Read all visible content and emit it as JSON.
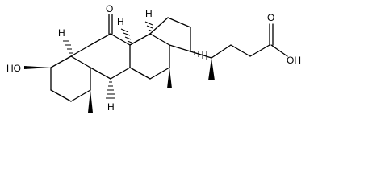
{
  "molecule": {
    "atom_labels": {
      "hydroxyl": "HO",
      "ketone_oxygen": "O",
      "acid_carbonyl_oxygen": "O",
      "acid_hydroxyl": "OH"
    },
    "hydrogen_labels": [
      "H",
      "H",
      "H",
      "H"
    ]
  }
}
